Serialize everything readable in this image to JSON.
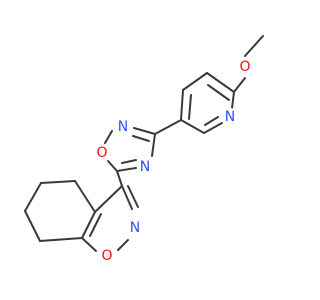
{
  "atom_labels": {
    "methoxy_o": "O",
    "pyridine_n": "N",
    "oxadiazole_o": "O",
    "oxadiazole_n_top": "N",
    "oxadiazole_n_right": "N",
    "isoxazole_n": "N",
    "isoxazole_o": "O"
  },
  "colors": {
    "bond": "#3a3a3a",
    "oxygen": "#ff0d0d",
    "nitrogen": "#3050f8",
    "background": "#ffffff"
  }
}
